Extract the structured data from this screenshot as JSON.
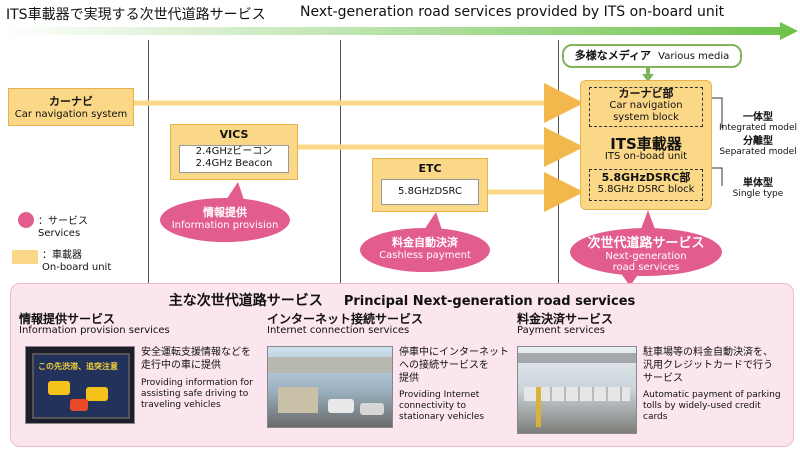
{
  "header": {
    "title_jp": "ITS車載器で実現する次世代道路サービス",
    "title_en": "Next-generation road services provided by ITS on-board unit"
  },
  "car_nav": {
    "label_jp": "カーナビ",
    "label_en": "Car navigation system"
  },
  "vics": {
    "label": "VICS",
    "line1": "2.4GHzビーコン",
    "line2": "2.4GHz Beacon"
  },
  "etc": {
    "label": "ETC",
    "line1": "5.8GHzDSRC"
  },
  "various_media": {
    "jp": "多様なメディア",
    "en": "Various media"
  },
  "its_unit": {
    "nav_block_jp": "カーナビ部",
    "nav_block_en1": "Car navigation",
    "nav_block_en2": "system block",
    "title_jp": "ITS車載器",
    "title_en": "ITS on-boad unit",
    "dsrc_block_jp": "5.8GHzDSRC部",
    "dsrc_block_en": "5.8GHz DSRC block"
  },
  "side_labels": {
    "integrated_jp": "一体型",
    "integrated_en": "Integrated model",
    "separated_jp": "分離型",
    "separated_en": "Separated model",
    "single_jp": "単体型",
    "single_en": "Single type"
  },
  "bubbles": {
    "info_jp": "情報提供",
    "info_en": "Information provision",
    "cashless_jp": "料金自動決済",
    "cashless_en": "Cashless payment",
    "next_jp": "次世代道路サービス",
    "next_en1": "Next-generation",
    "next_en2": "road services"
  },
  "legend": {
    "services_jp": "：サービス",
    "services_en": "Services",
    "unit_jp": "：車載器",
    "unit_en": "On-board unit"
  },
  "principal": {
    "title_jp": "主な次世代道路サービス",
    "title_en": "Principal Next-generation road services"
  },
  "services": [
    {
      "title_jp": "情報提供サービス",
      "title_en": "Information provision services",
      "desc_jp1": "安全運転支援情報などを",
      "desc_jp2": "走行中の車に提供",
      "desc_en1": "Providing information for",
      "desc_en2": "assisting safe driving to",
      "desc_en3": "traveling vehicles",
      "photo_text": "この先渋滞、追突注意"
    },
    {
      "title_jp": "インターネット接続サービス",
      "title_en": "Internet connection services",
      "desc_jp1": "停車中にインターネット",
      "desc_jp2": "への接続サービスを",
      "desc_jp3": "提供",
      "desc_en1": "Providing Internet",
      "desc_en2": "connectivity to",
      "desc_en3": "stationary vehicles"
    },
    {
      "title_jp": "料金決済サービス",
      "title_en": "Payment services",
      "desc_jp1": "駐車場等の料金自動決済を、",
      "desc_jp2": "汎用クレジットカードで行う",
      "desc_jp3": "サービス",
      "desc_en1": "Automatic payment of parking",
      "desc_en2": "tolls by widely-used credit",
      "desc_en3": "cards"
    }
  ],
  "colors": {
    "unit_fill": "#fbd888",
    "bubble": "#e25c8e",
    "panel": "#fbe5ee",
    "arrow_start": "#ffffff",
    "arrow_end": "#6cc24a"
  }
}
